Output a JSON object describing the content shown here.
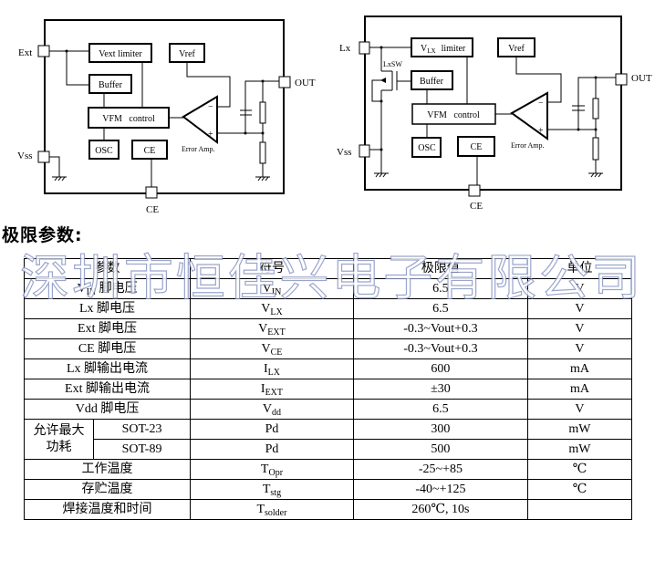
{
  "diagram_left": {
    "pins": {
      "ext": "Ext",
      "vss": "Vss",
      "out": "OUT",
      "ce": "CE"
    },
    "blocks": {
      "limiter": "Vext limiter",
      "vref": "Vref",
      "buffer": "Buffer",
      "vfm": "VFM   control",
      "osc": "OSC",
      "ce": "CE"
    },
    "amp_label": "Error Amp.",
    "amp_minus": "−",
    "amp_plus": "+"
  },
  "diagram_right": {
    "pins": {
      "lx": "Lx",
      "vss": "Vss",
      "out": "OUT",
      "ce": "CE"
    },
    "blocks": {
      "limiter_main": "V",
      "limiter_sub": "LX",
      "limiter_rest": "limiter",
      "vref": "Vref",
      "buffer": "Buffer",
      "vfm": "VFM   control",
      "osc": "OSC",
      "ce": "CE"
    },
    "switch_label": "LxSW",
    "amp_label": "Error Amp.",
    "amp_minus": "−",
    "amp_plus": "+"
  },
  "section_title": "极限参数:",
  "watermark": [
    "深",
    "圳",
    "市",
    "恒",
    "佳",
    "兴",
    "电",
    "子",
    "有",
    "限",
    "公",
    "司"
  ],
  "table": {
    "headers": {
      "param": "参数",
      "symbol": "符号",
      "value": "极限值",
      "unit": "单位"
    },
    "rows": [
      {
        "param_pre": "V",
        "param_sub": "IN",
        "param_post": " 脚电压",
        "sym": "V",
        "sym_sub": "IN",
        "value": "6.5",
        "unit": "V"
      },
      {
        "param_pre": "Lx 脚电压",
        "sym": "V",
        "sym_sub": "LX",
        "value": "6.5",
        "unit": "V"
      },
      {
        "param_pre": "Ext 脚电压",
        "sym": "V",
        "sym_sub": "EXT",
        "value": "-0.3~Vout+0.3",
        "unit": "V"
      },
      {
        "param_pre": "CE 脚电压",
        "sym": "V",
        "sym_sub": "CE",
        "value": "-0.3~Vout+0.3",
        "unit": "V"
      },
      {
        "param_pre": "Lx 脚输出电流",
        "sym": "I",
        "sym_sub": "LX",
        "value": "600",
        "unit": "mA"
      },
      {
        "param_pre": "Ext 脚输出电流",
        "sym": "I",
        "sym_sub": "EXT",
        "value": "±30",
        "unit": "mA"
      },
      {
        "param_pre": "Vdd 脚电压",
        "sym": "V",
        "sym_sub": "dd",
        "value": "6.5",
        "unit": "V"
      }
    ],
    "power": {
      "group_label_1": "允许最大",
      "group_label_2": "功耗",
      "rows": [
        {
          "package": "SOT-23",
          "sym": "Pd",
          "value": "300",
          "unit": "mW"
        },
        {
          "package": "SOT-89",
          "sym": "Pd",
          "value": "500",
          "unit": "mW"
        }
      ]
    },
    "rows_after": [
      {
        "param": "工作温度",
        "sym": "T",
        "sym_sub": "Opr",
        "value": "-25~+85",
        "unit": "℃"
      },
      {
        "param": "存贮温度",
        "sym": "T",
        "sym_sub": "stg",
        "value": "-40~+125",
        "unit": "℃"
      },
      {
        "param": "焊接温度和时间",
        "sym": "T",
        "sym_sub": "solder",
        "value": "260℃, 10s",
        "unit": ""
      }
    ]
  }
}
